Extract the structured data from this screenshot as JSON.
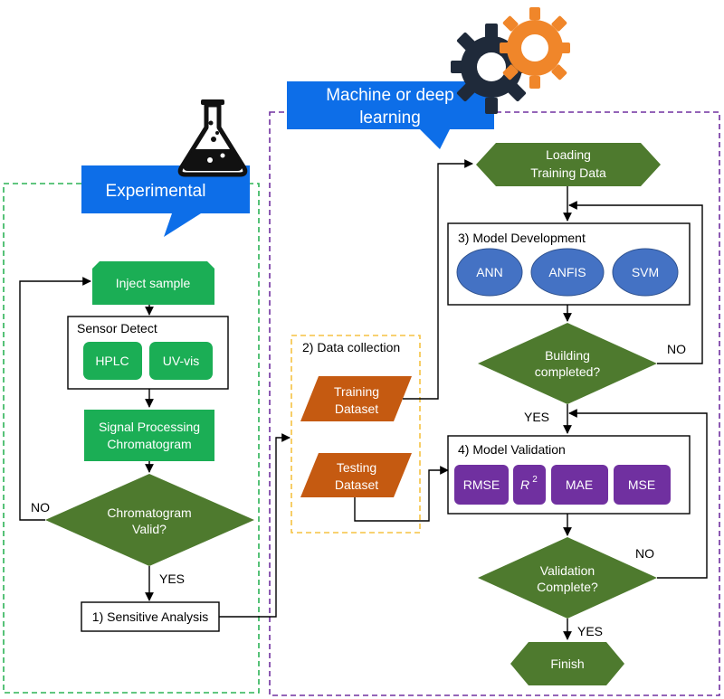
{
  "callouts": {
    "experimental": "Experimental",
    "ml_line1": "Machine or deep",
    "ml_line2": "learning"
  },
  "experimental": {
    "inject_sample": "Inject sample",
    "sensor_detect": "Sensor Detect",
    "hplc": "HPLC",
    "uvvis": "UV-vis",
    "signal_line1": "Signal Processing",
    "signal_line2": "Chromatogram",
    "valid_line1": "Chromatogram",
    "valid_line2": "Valid?",
    "no": "NO",
    "yes": "YES",
    "sensitive": "1) Sensitive Analysis"
  },
  "data_collection": {
    "title": "2) Data collection",
    "training_line1": "Training",
    "training_line2": "Dataset",
    "testing_line1": "Testing",
    "testing_line2": "Dataset"
  },
  "ml": {
    "loading_line1": "Loading",
    "loading_line2": "Training Data",
    "model_dev": "3) Model Development",
    "ann": "ANN",
    "anfis": "ANFIS",
    "svm": "SVM",
    "building_line1": "Building",
    "building_line2": "completed?",
    "no_build": "NO",
    "yes_build": "YES",
    "model_val": "4) Model Validation",
    "rmse": "RMSE",
    "r2_base": "R",
    "r2_sup": "2",
    "mae": "MAE",
    "mse": "MSE",
    "validation_line1": "Validation",
    "validation_line2": "Complete?",
    "no_val": "NO",
    "yes_val": "YES",
    "finish": "Finish"
  },
  "colors": {
    "green_bright": "#1BAE55",
    "green_dark": "#4E7A2E",
    "blue_callout": "#0D6EE8",
    "blue_ellipse": "#4472C4",
    "purple": "#7030A0",
    "orange": "#C55A11",
    "green_dash": "#2DB356",
    "purple_dash": "#7030A0",
    "yellow_dash": "#F5C242"
  },
  "icons": {
    "flask": "flask-icon",
    "gear": "gear-icon"
  }
}
